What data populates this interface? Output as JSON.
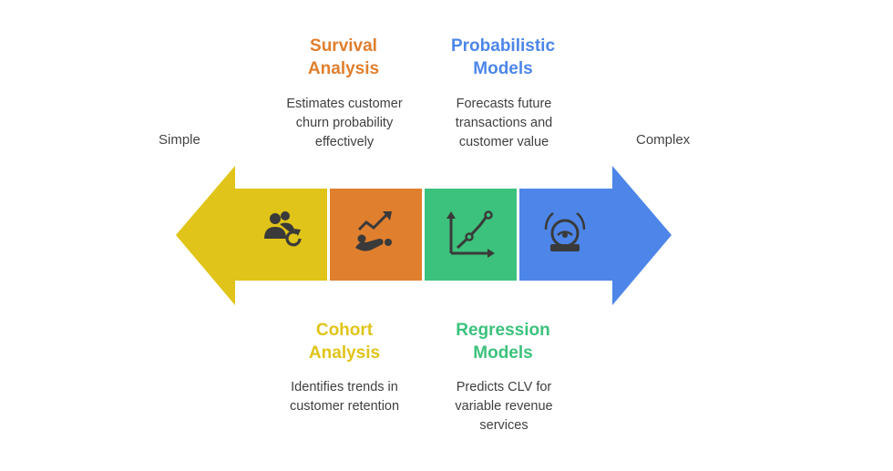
{
  "scale": {
    "left_label": "Simple",
    "right_label": "Complex"
  },
  "methods": [
    {
      "id": "cohort",
      "title_lines": [
        "Cohort",
        "Analysis"
      ],
      "desc_lines": [
        "Identifies trends in",
        "customer retention"
      ],
      "color": "#E0C419",
      "icon": "users-refresh-icon"
    },
    {
      "id": "survival",
      "title_lines": [
        "Survival",
        "Analysis"
      ],
      "desc_lines": [
        "Estimates customer",
        "churn probability",
        "effectively"
      ],
      "color": "#E07F2E",
      "icon": "trend-lifeline-icon"
    },
    {
      "id": "regression",
      "title_lines": [
        "Regression",
        "Models"
      ],
      "desc_lines": [
        "Predicts CLV for",
        "variable revenue",
        "services"
      ],
      "color": "#3CC27C",
      "icon": "line-chart-icon"
    },
    {
      "id": "probabilistic",
      "title_lines": [
        "Probabilistic",
        "Models"
      ],
      "desc_lines": [
        "Forecasts future",
        "transactions and",
        "customer value"
      ],
      "color": "#4D86E8",
      "icon": "crystal-ball-icon"
    }
  ],
  "arrow_colors": {
    "left_head": "#E0C419",
    "right_head": "#4D86E8"
  }
}
